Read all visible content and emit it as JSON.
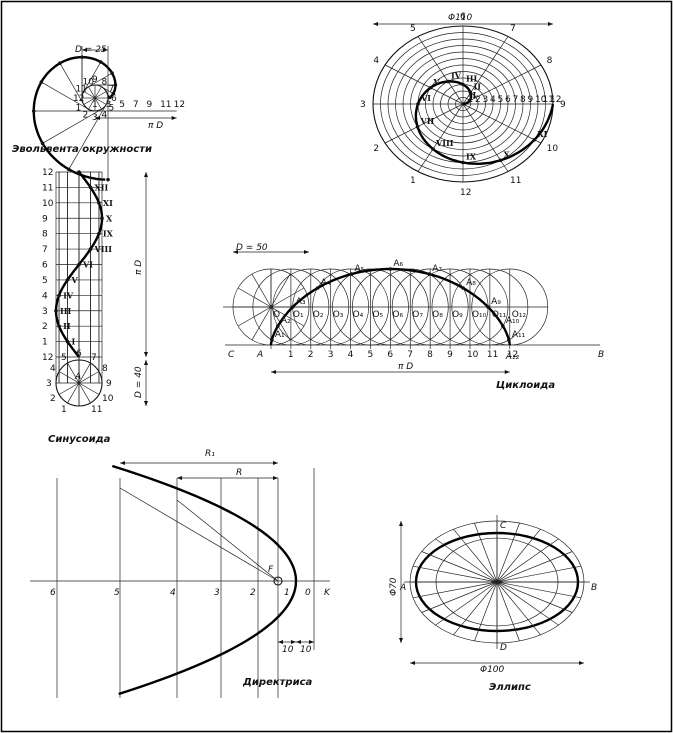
{
  "involute": {
    "caption": "Эвольвента окружности",
    "dim_d": "D = 25",
    "dim_pid": "π D",
    "circle_labels": [
      "1",
      "2",
      "3",
      "4",
      "5",
      "6",
      "7",
      "8",
      "9",
      "10",
      "11",
      "12"
    ],
    "line_labels": [
      "1",
      "3",
      "5",
      "7",
      "9",
      "11",
      "12"
    ]
  },
  "spiral": {
    "dim_phi": "Φ110",
    "ray_labels": [
      "1",
      "2",
      "3",
      "4",
      "5",
      "6",
      "7",
      "8",
      "9",
      "10",
      "11",
      "12"
    ],
    "radial_labels": [
      "1",
      "2",
      "3",
      "4",
      "5",
      "6",
      "7",
      "8",
      "9",
      "10",
      "11",
      "12"
    ],
    "point_labels": [
      "I",
      "II",
      "III",
      "IV",
      "V",
      "VI",
      "VII",
      "VIII",
      "IX",
      "X",
      "XI"
    ]
  },
  "sinusoid": {
    "caption": "Синусоида",
    "dim_pid": "π D",
    "dim_d": "D = 40",
    "center_label": "A",
    "left_labels": [
      "12",
      "11",
      "10",
      "9",
      "8",
      "7",
      "6",
      "5",
      "4",
      "3",
      "2",
      "1",
      "12"
    ],
    "point_labels": [
      "I",
      "II",
      "III",
      "IV",
      "V",
      "VI",
      "VIII",
      "IX",
      "X",
      "XI",
      "XII"
    ],
    "circle_labels": [
      "1",
      "2",
      "3",
      "4",
      "5",
      "6",
      "7",
      "8",
      "9",
      "10",
      "11"
    ]
  },
  "cycloid": {
    "caption": "Циклоида",
    "dim_d": "D = 50",
    "dim_pid": "π D",
    "start_label": "A",
    "left_label": "C",
    "right_label": "B",
    "end_label": "A₁₂",
    "base_labels": [
      "1",
      "2",
      "3",
      "4",
      "5",
      "6",
      "7",
      "8",
      "9",
      "10",
      "11",
      "12"
    ],
    "center_labels": [
      "O",
      "O₁",
      "O₂",
      "O₃",
      "O₄",
      "O₅",
      "O₆",
      "O₇",
      "O₈",
      "O₉",
      "O₁₀",
      "O₁₁",
      "O₁₂"
    ],
    "point_labels": [
      "A₁",
      "A₂",
      "A₃",
      "A₄",
      "A₅",
      "A₆",
      "A₇",
      "A₈",
      "A₉",
      "A₁₀",
      "A₁₁"
    ],
    "circle_labels": [
      "7",
      "6",
      "5",
      "8",
      "9",
      "10",
      "11",
      "4",
      "3",
      "2"
    ]
  },
  "parabola": {
    "caption": "Директриса",
    "dim_r1": "R₁",
    "dim_r": "R",
    "focus_label": "F",
    "axis_labels": [
      "6",
      "5",
      "4",
      "3",
      "2",
      "1",
      "0",
      "K"
    ],
    "dim_10a": "10",
    "dim_10b": "10"
  },
  "ellipse": {
    "caption": "Эллипс",
    "dim_phi100": "Φ100",
    "dim_phi70": "Φ70",
    "labels": {
      "a": "A",
      "b": "B",
      "c": "C",
      "d": "D"
    }
  }
}
